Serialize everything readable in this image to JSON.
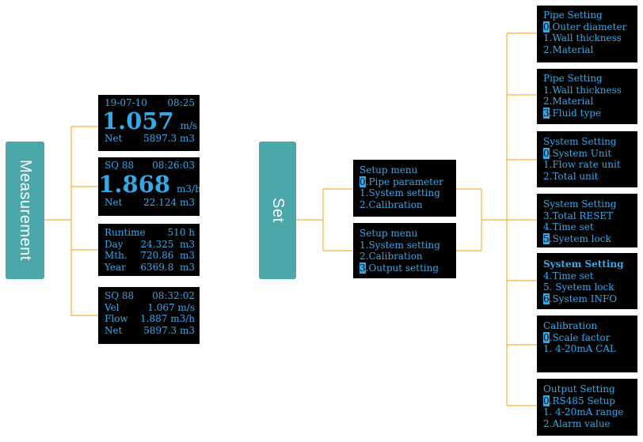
{
  "tabs": {
    "measurement": "Measurement",
    "set": "Set"
  },
  "measurement_screens": {
    "s1": {
      "date": "19-07-10",
      "time": "08:25",
      "value": "1.057",
      "unit": "m/s",
      "net_label": "Net",
      "net_value": "5897.3 m3"
    },
    "s2": {
      "sq": "SQ 88",
      "time": "08:26:03",
      "value": "1.868",
      "unit": "m3/h",
      "net_label": "Net",
      "net_value": "22.124 m3"
    },
    "s3": {
      "rows": [
        {
          "label": "Runtime",
          "value": "510 h"
        },
        {
          "label": "Day",
          "value": "24.325  m3"
        },
        {
          "label": "Mth.",
          "value": "720.86  m3"
        },
        {
          "label": "Year",
          "value": "6369.8  m3"
        }
      ]
    },
    "s4": {
      "sq": "SQ 88",
      "time": "08:32:02",
      "rows": [
        {
          "label": "Vel",
          "value": "1.067 m/s"
        },
        {
          "label": "Flow",
          "value": "1.887 m3/h"
        },
        {
          "label": "Net",
          "value": "5897.3 m3"
        }
      ]
    }
  },
  "setup_menus": [
    {
      "title": "Setup menu",
      "items": [
        {
          "num": "0",
          "text": ".Pipe parameter"
        },
        {
          "num": "1",
          "text": ".System setting"
        },
        {
          "num": "2",
          "text": ".Calibration"
        }
      ]
    },
    {
      "title": "Setup menu",
      "items": [
        {
          "num": "1",
          "text": ".System setting"
        },
        {
          "num": "2",
          "text": ".Calibration"
        },
        {
          "num": "3",
          "text": ".Output setting"
        }
      ]
    }
  ],
  "detail_screens": [
    {
      "title": "Pipe Setting",
      "items": [
        {
          "num": "0",
          "text": ".Outer diameter"
        },
        {
          "num": "1",
          "text": ".Wall thickness"
        },
        {
          "num": "2",
          "text": ".Material"
        }
      ]
    },
    {
      "title": "Pipe Setting",
      "items": [
        {
          "num": "1",
          "text": ".Wall thickness"
        },
        {
          "num": "2",
          "text": ".Material"
        },
        {
          "num": "3",
          "text": ".Fluid type"
        }
      ]
    },
    {
      "title": "System Setting",
      "items": [
        {
          "num": "0",
          "text": ".System Unit"
        },
        {
          "num": "1",
          "text": ".Flow rate unit"
        },
        {
          "num": "2",
          "text": ".Total unit"
        }
      ]
    },
    {
      "title": "System Setting",
      "items": [
        {
          "num": "3",
          "text": ".Total RESET"
        },
        {
          "num": "4",
          "text": ".Time set"
        },
        {
          "num": "5",
          "text": ".Syetem lock"
        }
      ]
    },
    {
      "title": "System Setting",
      "items": [
        {
          "num": "4",
          "text": ".Time set"
        },
        {
          "num": "5",
          "text": ". Syetem lock"
        },
        {
          "num": "6",
          "text": ".System INFO"
        }
      ]
    },
    {
      "title": "Calibration",
      "items": [
        {
          "num": "0",
          "text": ".Scale factor"
        },
        {
          "num": "1",
          "text": ". 4-20mA CAL"
        }
      ]
    },
    {
      "title": "Output Setting",
      "items": [
        {
          "num": "0",
          "text": ".RS485 Setup"
        },
        {
          "num": "1",
          "text": ". 4-20mA range"
        },
        {
          "num": "2",
          "text": ".Alarm value"
        }
      ]
    }
  ],
  "colors": {
    "tab": "#4aa8aa",
    "lcd_bg": "#000000",
    "lcd_text": "#35a8e8",
    "connector": "#f2b43a"
  }
}
